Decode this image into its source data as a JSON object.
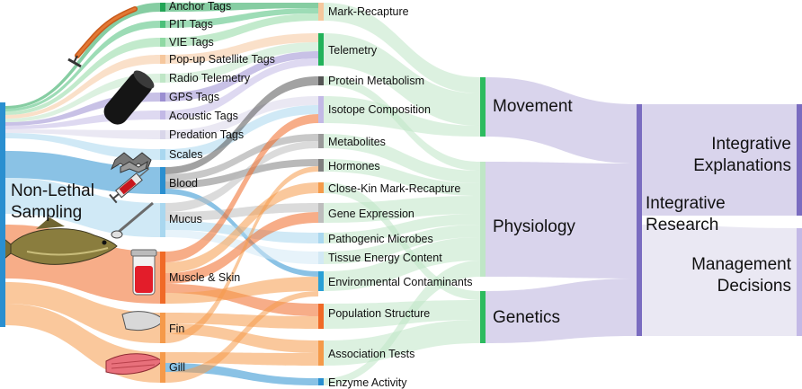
{
  "root": {
    "label_line1": "Non-Lethal",
    "label_line2": "Sampling"
  },
  "tags": [
    {
      "label": "Anchor Tags",
      "color": "#22a455"
    },
    {
      "label": "PIT Tags",
      "color": "#4cc07a"
    },
    {
      "label": "VIE Tags",
      "color": "#8fd9a3"
    },
    {
      "label": "Pop-up Satellite Tags",
      "color": "#f6c79d"
    },
    {
      "label": "Radio Telemetry",
      "color": "#bfe6c6"
    },
    {
      "label": "GPS Tags",
      "color": "#9b8ed1"
    },
    {
      "label": "Acoustic Tags",
      "color": "#c3b9e6"
    },
    {
      "label": "Predation Tags",
      "color": "#d9d6ea"
    },
    {
      "label": "Scales",
      "color": "#a9d7ef"
    }
  ],
  "samples": [
    {
      "label": "Blood",
      "color": "#2a8fd0"
    },
    {
      "label": "Mucus",
      "color": "#a9d7ef"
    },
    {
      "label": "Muscle & Skin",
      "color": "#f06a27"
    },
    {
      "label": "Fin",
      "color": "#f59a4a"
    },
    {
      "label": "Gill",
      "color": "#f59a4a"
    }
  ],
  "methods": [
    {
      "label": "Mark-Recapture",
      "color": "#f6c79d"
    },
    {
      "label": "Telemetry",
      "color": "#22b25a"
    },
    {
      "label": "Protein Metabolism",
      "color": "#555555"
    },
    {
      "label": "Isotope Composition",
      "color": "#c3b9e6"
    },
    {
      "label": "Metabolites",
      "color": "#9a9a9a"
    },
    {
      "label": "Hormones",
      "color": "#808080"
    },
    {
      "label": "Close-Kin Mark-Recapture",
      "color": "#f59a4a"
    },
    {
      "label": "Gene Expression",
      "color": "#bdbdbd"
    },
    {
      "label": "Pathogenic Microbes",
      "color": "#a9d7ef"
    },
    {
      "label": "Tissue Energy Content",
      "color": "#d3e9f5"
    },
    {
      "label": "Environmental Contaminants",
      "color": "#2aa0d6"
    },
    {
      "label": "Population Structure",
      "color": "#f06a27"
    },
    {
      "label": "Association Tests",
      "color": "#f59a4a"
    },
    {
      "label": "Enzyme Activity",
      "color": "#2a8fd0"
    }
  ],
  "fields": [
    {
      "label": "Movement",
      "color": "#2dbb5f"
    },
    {
      "label": "Physiology",
      "color": "#bfe6c6"
    },
    {
      "label": "Genetics",
      "color": "#2dbb5f"
    }
  ],
  "integrative": {
    "line1": "Integrative",
    "line2": "Research",
    "color": "#7a6cc0"
  },
  "outcomes": [
    {
      "line1": "Integrative",
      "line2": "Explanations",
      "color": "#7a6cc0"
    },
    {
      "line1": "Management",
      "line2": "Decisions",
      "color": "#c3b9e6"
    }
  ]
}
